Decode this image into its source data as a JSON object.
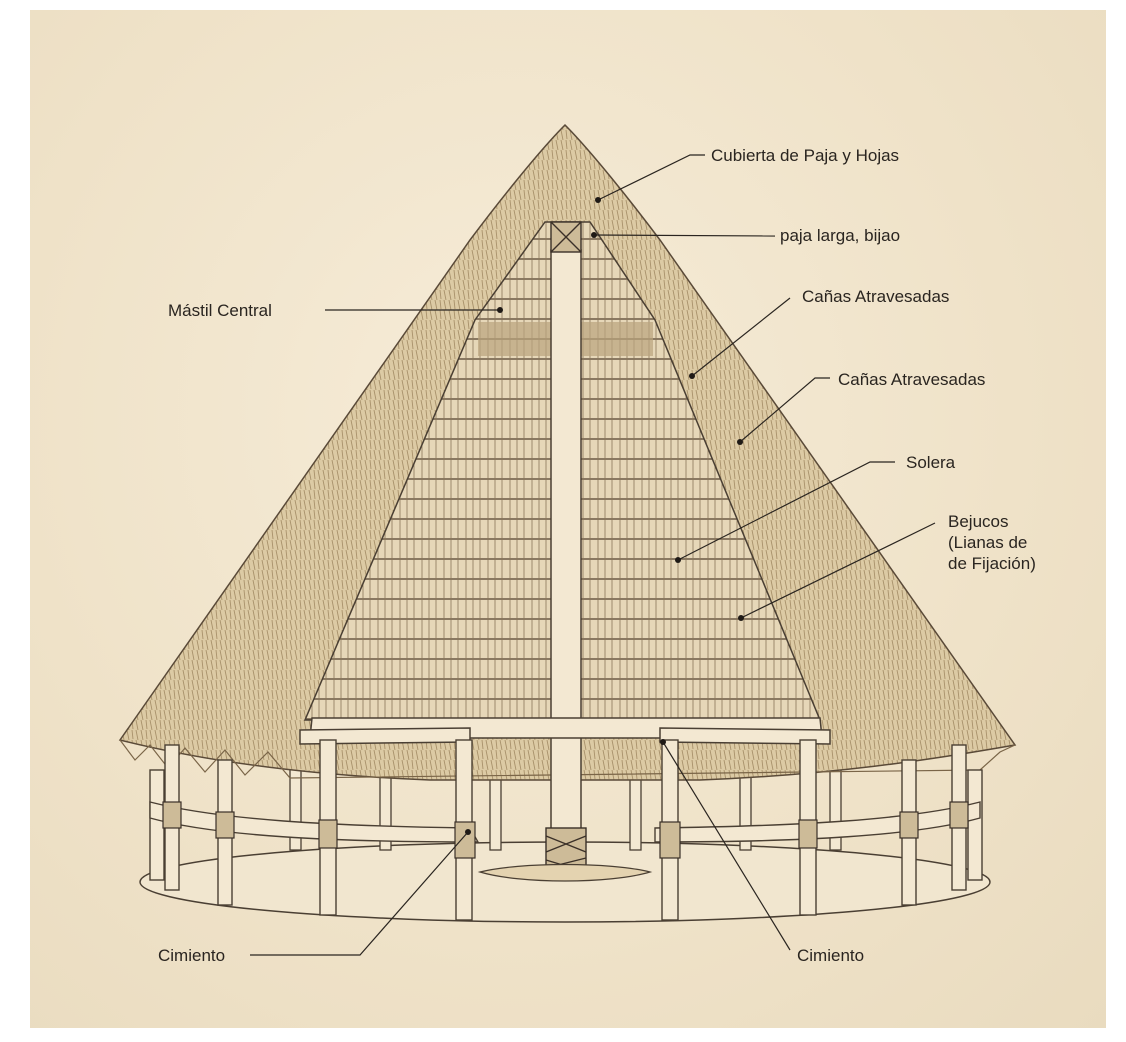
{
  "labels": {
    "cubierta": "Cubierta de Paja y Hojas",
    "paja": "paja larga, bijao",
    "mastil": "Mástil Central",
    "canas_1": "Cañas Atravesadas",
    "canas_2": "Cañas Atravesadas",
    "solera": "Solera",
    "bejucos_line1": "Bejucos",
    "bejucos_line2": "(Lianas de",
    "bejucos_line3": "de Fijación)",
    "cimiento_left": "Cimiento",
    "cimiento_right": "Cimiento"
  },
  "colors": {
    "paper": "#efe2c8",
    "thatch": "#dcc9a2",
    "ink": "#4a3f33",
    "wood": "#f3e8d2"
  }
}
